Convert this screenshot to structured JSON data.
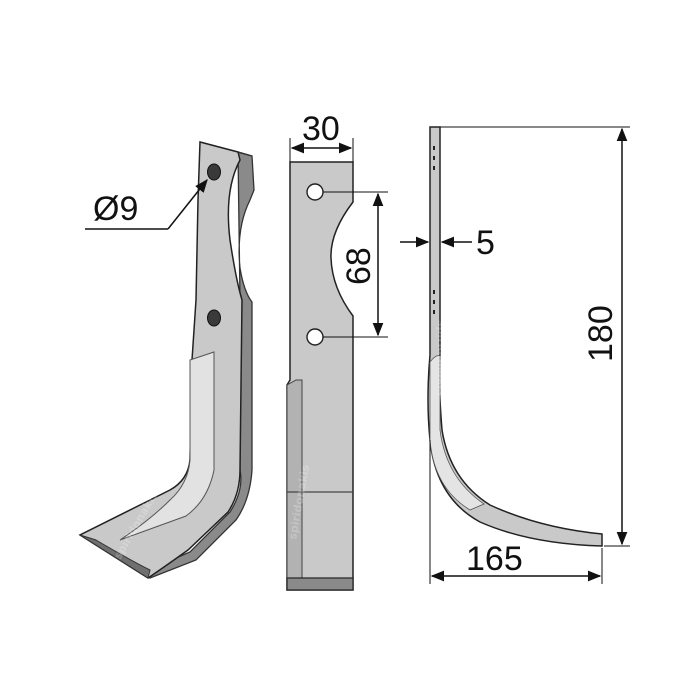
{
  "dimensions": {
    "hole_diameter": "Ø9",
    "width": "30",
    "hole_spacing": "68",
    "thickness": "5",
    "height": "180",
    "length": "165"
  },
  "watermark": "spiridonakis",
  "colors": {
    "blade_face": "#c9c9c9",
    "blade_dark": "#8a8a8a",
    "blade_edge": "#555555",
    "outline": "#222222",
    "dim_line": "#111111"
  }
}
